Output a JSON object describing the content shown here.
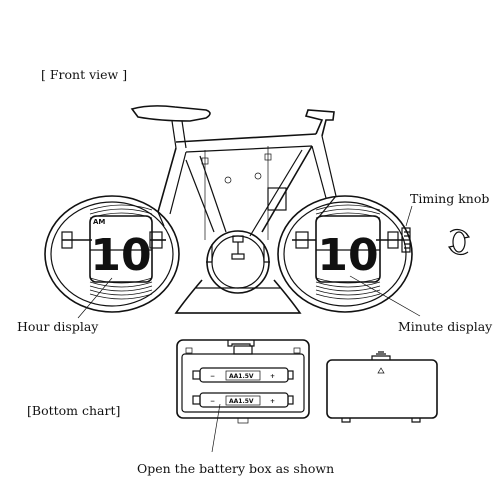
{
  "labels": {
    "front_view": "[ Front view ]",
    "timing_knob": "Timing knob",
    "hour_display": "Hour display",
    "minute_display": "Minute display",
    "bottom_chart": "[Bottom chart]",
    "battery_instruction": "Open the battery box as shown"
  },
  "display": {
    "hour_digits": "10",
    "minute_digits": "10",
    "am_indicator": "AM"
  },
  "battery": {
    "label_1": "AA1.5V",
    "label_2": "AA1.5V",
    "minus": "−",
    "plus": "+"
  }
}
